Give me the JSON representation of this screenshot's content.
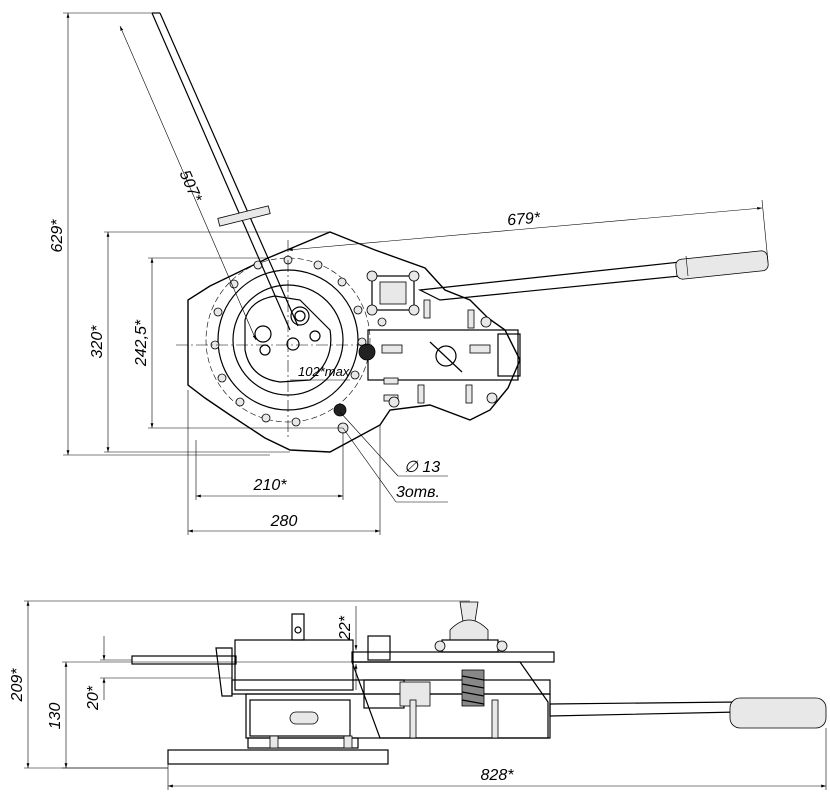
{
  "top_view": {
    "dims": {
      "handle_reach": "629*",
      "handle_length": "507*",
      "overall_length": "679*",
      "body_height": "320*",
      "mount_height": "242,5*",
      "mount_width": "210*",
      "body_width": "280",
      "bend_diameter": "102*max",
      "hole_diameter": "∅ 13",
      "hole_count": "3отв."
    }
  },
  "side_view": {
    "dims": {
      "total_height": "209*",
      "base_height": "130",
      "gap_top": "22*",
      "gap_side": "20*",
      "total_length": "828*"
    }
  }
}
